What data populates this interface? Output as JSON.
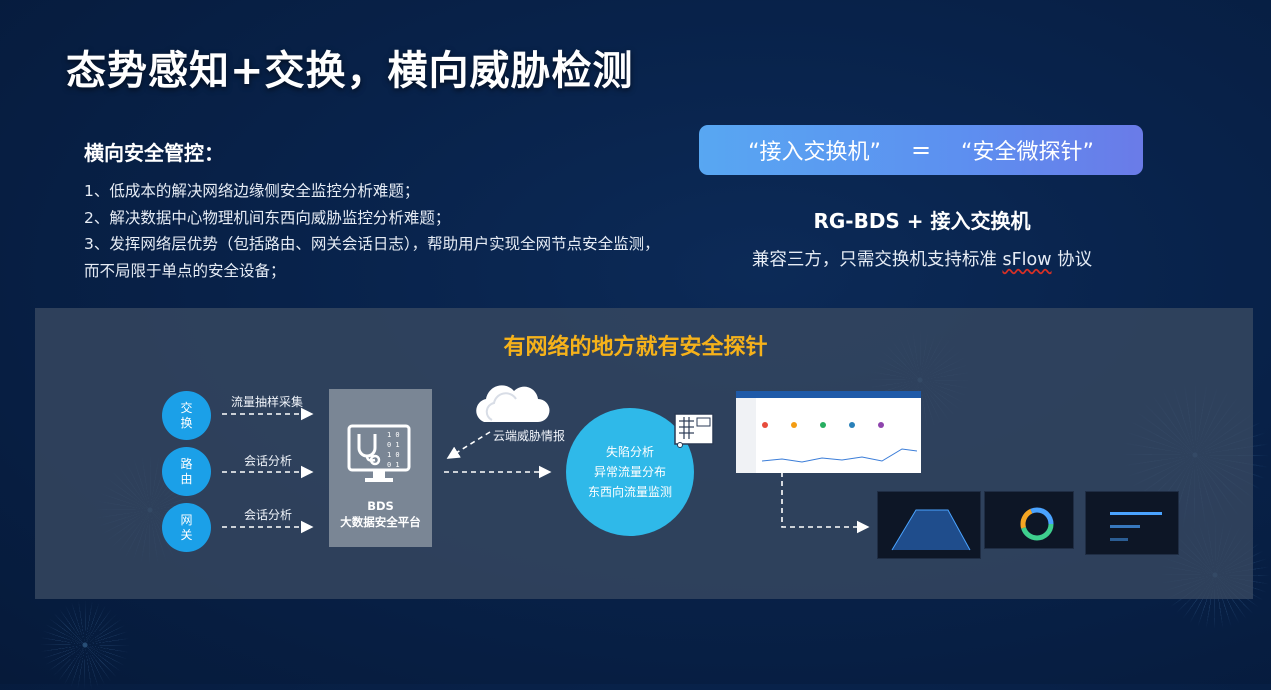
{
  "slide": {
    "title": "态势感知+交换，横向威胁检测",
    "section_heading": "横向安全管控：",
    "points": [
      "1、低成本的解决网络边缘侧安全监控分析难题；",
      "2、解决数据中心物理机间东西向威胁监控分析难题；",
      "3、发挥网络层优势（包括路由、网关会话日志），帮助用户实现全网节点安全监测，",
      "而不局限于单点的安全设备；"
    ],
    "equation": {
      "left": "“接入交换机”",
      "symbol": "=",
      "right": "“安全微探针”"
    },
    "product_line": "RG-BDS + 接入交换机",
    "compat_prefix": "兼容三方，只需交换机支持标准 ",
    "compat_keyword": "sFlow",
    "compat_suffix": " 协议"
  },
  "diagram": {
    "title": "有网络的地方就有安全探针",
    "sources": [
      {
        "label_line1": "交",
        "label_line2": "换",
        "flow": "流量抽样采集"
      },
      {
        "label_line1": "路",
        "label_line2": "由",
        "flow": "会话分析"
      },
      {
        "label_line1": "网",
        "label_line2": "关",
        "flow": "会话分析"
      }
    ],
    "platform": {
      "line1": "BDS",
      "line2": "大数据安全平台"
    },
    "cloud_label": "云端威胁情报",
    "analysis": [
      "失陷分析",
      "异常流量分布",
      "东西向流量监测"
    ],
    "colors": {
      "accent_title": "#f6b21a",
      "node_blue": "#1ba0e8",
      "analysis_blue": "#2fb9e9",
      "platform_gray": "#7a8695"
    }
  }
}
